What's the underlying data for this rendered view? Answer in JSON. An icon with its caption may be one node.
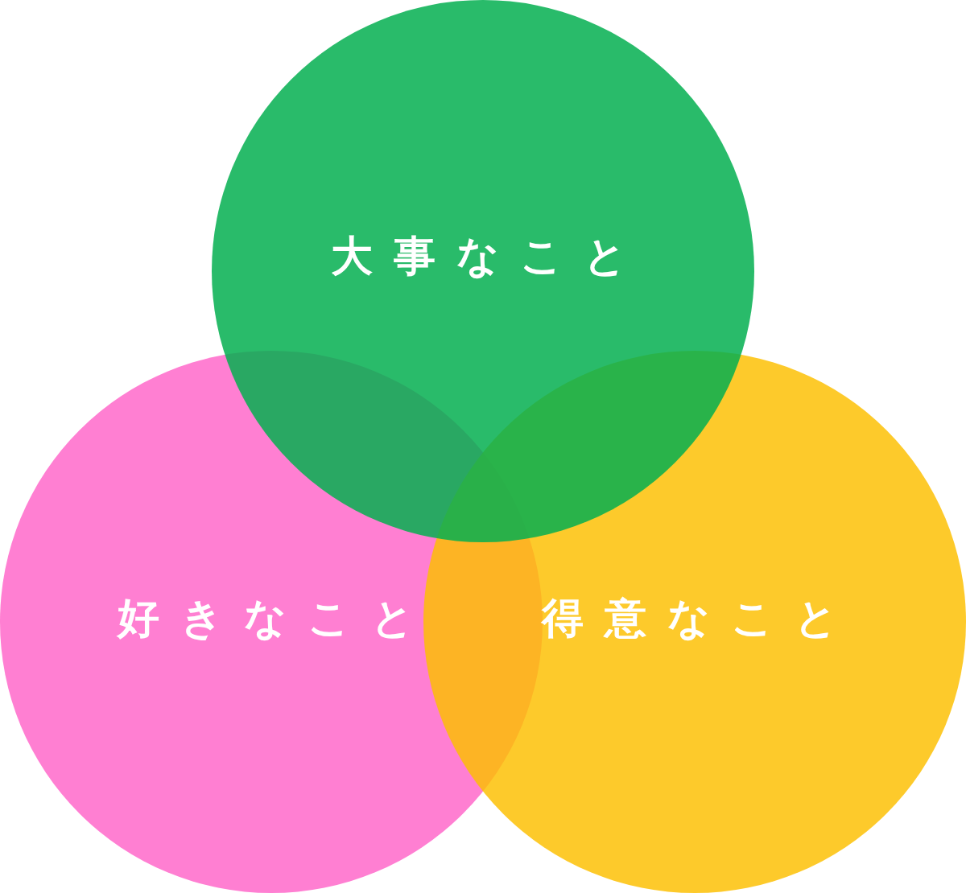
{
  "diagram": {
    "nodes": [
      {
        "text": [
          "大事なこと"
        ]
      },
      {
        "text": [
          "好きなこと"
        ]
      },
      {
        "text": [
          "得意なこと"
        ]
      }
    ]
  }
}
